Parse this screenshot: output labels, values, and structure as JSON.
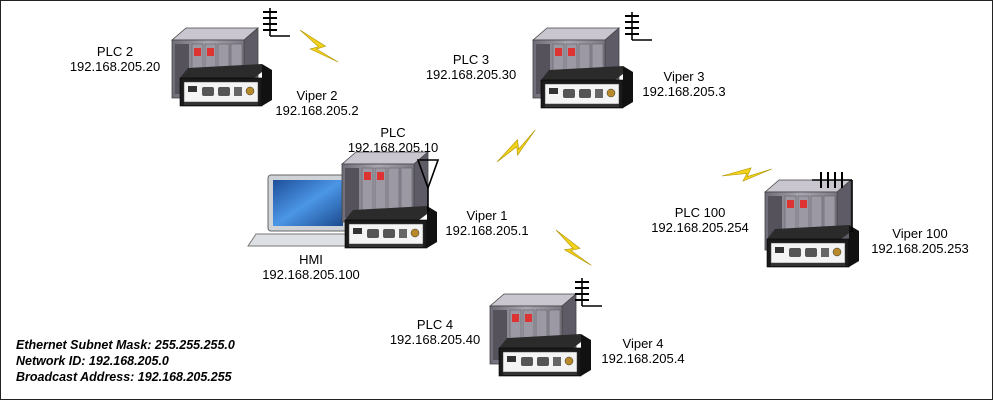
{
  "nodes": {
    "plc2": {
      "name": "PLC 2",
      "ip": "192.168.205.20"
    },
    "viper2": {
      "name": "Viper 2",
      "ip": "192.168.205.2"
    },
    "plc3": {
      "name": "PLC 3",
      "ip": "192.168.205.30"
    },
    "viper3": {
      "name": "Viper 3",
      "ip": "192.168.205.3"
    },
    "plc": {
      "name": "PLC",
      "ip": "192.168.205.10"
    },
    "viper1": {
      "name": "Viper 1",
      "ip": "192.168.205.1"
    },
    "hmi": {
      "name": "HMI",
      "ip": "192.168.205.100"
    },
    "plc100": {
      "name": "PLC 100",
      "ip": "192.168.205.254"
    },
    "viper100": {
      "name": "Viper 100",
      "ip": "192.168.205.253"
    },
    "plc4": {
      "name": "PLC 4",
      "ip": "192.168.205.40"
    },
    "viper4": {
      "name": "Viper 4",
      "ip": "192.168.205.4"
    }
  },
  "network_info": {
    "subnet_mask": "Ethernet Subnet Mask: 255.255.255.0",
    "network_id": "Network ID: 192.168.205.0",
    "broadcast": "Broadcast Address: 192.168.205.255"
  },
  "colors": {
    "lightning": "#f2d21a",
    "plc_body": "#8d8a95",
    "radio_body": "#1a1a1a",
    "laptop_screen": "#3a7fd0"
  },
  "icons": [
    "plc-rack-icon",
    "viper-radio-icon",
    "antenna-icon",
    "lightning-bolt-icon",
    "laptop-icon"
  ]
}
